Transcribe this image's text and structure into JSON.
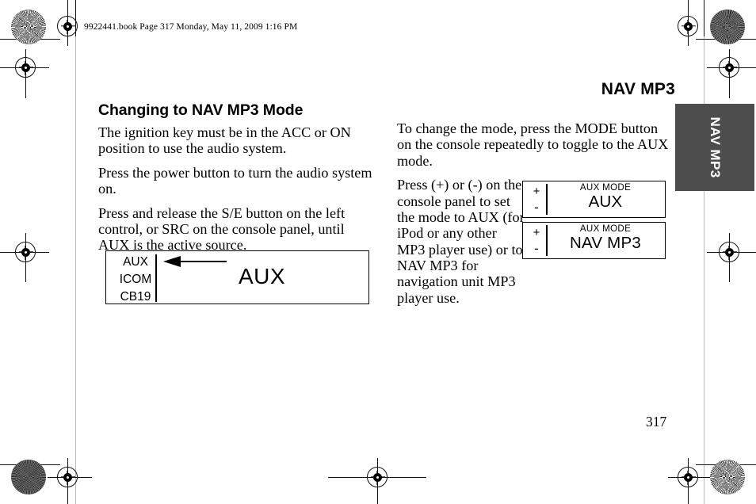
{
  "page": {
    "slug": "9922441.book  Page 317  Monday, May 11, 2009  1:16 PM",
    "running_head": "NAV MP3",
    "page_number": "317",
    "side_tab_label": "NAV MP3",
    "side_tab_color": "#4d4d4d"
  },
  "left_column": {
    "title": "Changing to NAV MP3 Mode",
    "paragraphs": [
      "The ignition key must be in the ACC or ON position to use the audio system.",
      "Press the power button to turn the audio system on.",
      "Press and release the S/E button on the left control, or SRC on the console panel, until AUX is the active source."
    ]
  },
  "right_column": {
    "paragraphs": [
      "To change the mode, press the MODE button on the console repeatedly to toggle to the AUX mode.",
      "Press (+) or (-) on the console panel to set the mode to AUX (for iPod or any other MP3 player use) or to NAV MP3 for navigation unit MP3 player use."
    ]
  },
  "radio_display_figure": {
    "sources": [
      "AUX",
      "ICOM",
      "CB19"
    ],
    "selected": "AUX",
    "arrow": "left-arrow"
  },
  "mode_displays": [
    {
      "plus": "+",
      "minus": "-",
      "label": "AUX MODE",
      "value": "AUX"
    },
    {
      "plus": "+",
      "minus": "-",
      "label": "AUX MODE",
      "value": "NAV MP3"
    }
  ]
}
